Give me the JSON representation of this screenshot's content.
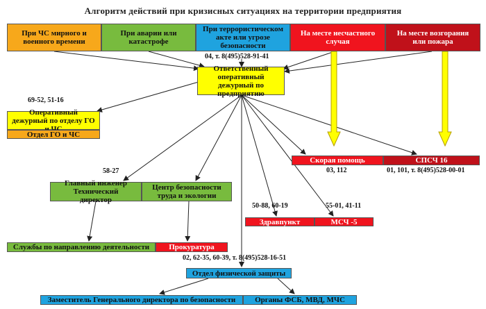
{
  "title": "Алгоритм действий при кризисных ситуациях на территории предприятия",
  "top": {
    "peace_war": "При ЧС мирного и военного времени",
    "accident": "При аварии или катастрофе",
    "terror": "При террористическом акте или угрозе безопасности",
    "incident": "На месте несчастного случая",
    "fire": "На месте возгорания или пожара"
  },
  "center": {
    "label": "Ответственный оперативный дежурный по предприятию",
    "phone": "04, т. 8(495)528-91-41"
  },
  "go_chs": {
    "duty": "Оперативный дежурный по отделу ГО и ЧС",
    "dept": "Отдел ГО и ЧС",
    "phone": "69-52, 51-16"
  },
  "ambulance": {
    "label": "Скорая помощь",
    "phone": "03, 112"
  },
  "spsch": {
    "label": "СПСЧ 16",
    "phone": "01, 101, т. 8(495)528-00-01"
  },
  "engineer": {
    "label": "Главный инженер Технический директор",
    "phone": "58-27"
  },
  "safety": {
    "label": "Центр безопасности труда и экологии"
  },
  "health": {
    "label": "Здравпункт",
    "phone": "50-88, 60-19"
  },
  "msch": {
    "label": "МСЧ -5",
    "phone": "55-01, 41-11"
  },
  "services": {
    "label": "Службы по направлению деятельности"
  },
  "prosecutor": {
    "label": "Прокуратура"
  },
  "physical": {
    "label": "Отдел физической защиты",
    "phone": "02, 62-35, 60-39, т. 8(495)528-16-51"
  },
  "deputy": {
    "label": "Заместитель Генерального директора по безопасности"
  },
  "organs": {
    "label": "Органы ФСБ, МВД, МЧС"
  },
  "colors": {
    "orange": "#f7a81b",
    "green": "#78bb3e",
    "blue": "#1fa3df",
    "red": "#f0141e",
    "darkred": "#c0111a",
    "yellow": "#ffff00"
  }
}
